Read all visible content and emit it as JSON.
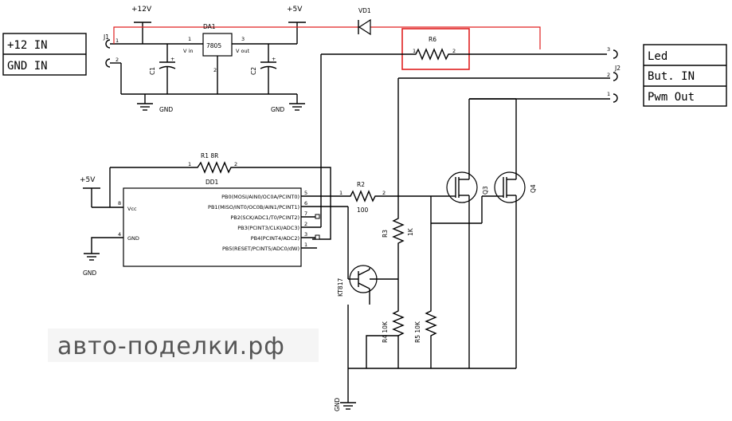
{
  "inputs": {
    "plus12_in": "+12 IN",
    "gnd_in": "GND IN"
  },
  "outputs": {
    "led": "Led",
    "but_in": "But. IN",
    "pwm_out": "Pwm Out"
  },
  "connectors": {
    "j1": "J1",
    "j2": "J2",
    "pin1": "1",
    "pin2": "2",
    "pin3": "3"
  },
  "power": {
    "v12": "+12V",
    "v5_top": "+5V",
    "v5_left": "+5V"
  },
  "regulator": {
    "ref": "DA1",
    "part": "7805",
    "vin": "V in",
    "vout": "V out",
    "p1": "1",
    "p2": "2",
    "p3": "3"
  },
  "caps": {
    "c1": "C1",
    "c2": "C2"
  },
  "diode": {
    "ref": "VD1"
  },
  "resistors": {
    "r6": "R6",
    "r1": "R1  8R",
    "r2": "R2",
    "r2_val": "100",
    "r3": "R3",
    "r3_val": "1K",
    "r4": "R4  10K",
    "r5": "R5  10K",
    "pin1": "1",
    "pin2": "2"
  },
  "mcu": {
    "ref": "DD1",
    "vcc": "Vcc",
    "gnd": "GND",
    "pins": [
      {
        "num": "5",
        "name": "PB0(MOSI/AIN0/OC0A/PCINT0)"
      },
      {
        "num": "6",
        "name": "PB1(MISO/INT0/OC0B/AIN1/PCINT1)"
      },
      {
        "num": "7",
        "name": "PB2(SCK/ADC1/T0/PCINT2)"
      },
      {
        "num": "2",
        "name": "PB3(PCINT3/CLKI/ADC3)"
      },
      {
        "num": "3",
        "name": "PB4(PCINT4/ADC2)"
      },
      {
        "num": "1",
        "name": "PB5(RESET/PCINT5/ADC0/dW)"
      }
    ],
    "vcc_pin": "8",
    "gnd_pin": "4"
  },
  "transistors": {
    "q3": "Q3",
    "q4": "Q4",
    "kt": "KT817"
  },
  "gnd_labels": {
    "g1": "GND",
    "g2": "GND",
    "g3": "GND",
    "g4": "GND"
  },
  "watermark": "авто-поделки.рф",
  "colors": {
    "wire": "#000000",
    "highlight": "#e02020"
  }
}
